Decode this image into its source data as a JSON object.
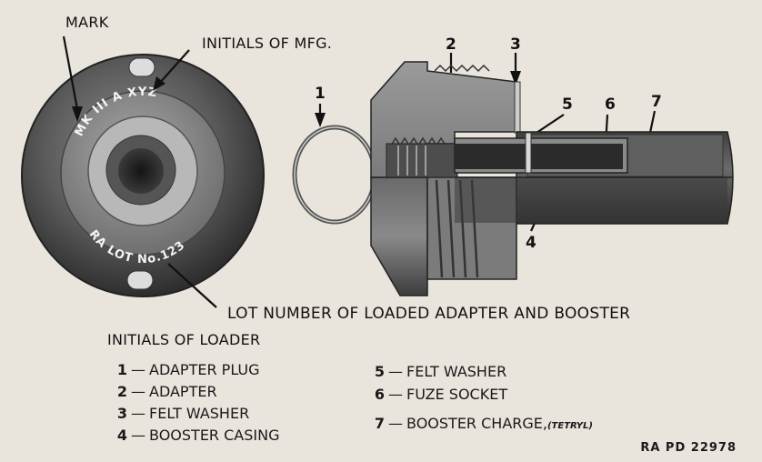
{
  "diagram": {
    "callouts": {
      "mark": "MARK",
      "initials_mfg": "INITIALS OF MFG.",
      "lot_number": "LOT NUMBER OF LOADED ADAPTER AND BOOSTER",
      "initials_loader": "INITIALS OF LOADER"
    },
    "face_markings": {
      "top": "MK III A XYZ",
      "bottom": "RA LOT No.123"
    },
    "part_numbers": [
      "1",
      "2",
      "3",
      "4",
      "5",
      "6",
      "7"
    ],
    "legend": [
      {
        "num": "1",
        "label": "ADAPTER PLUG"
      },
      {
        "num": "2",
        "label": "ADAPTER"
      },
      {
        "num": "3",
        "label": "FELT WASHER"
      },
      {
        "num": "4",
        "label": "BOOSTER CASING"
      },
      {
        "num": "5",
        "label": "FELT WASHER"
      },
      {
        "num": "6",
        "label": "FUZE SOCKET"
      },
      {
        "num": "7",
        "label": "BOOSTER CHARGE,",
        "note": "(TETRYL)"
      }
    ],
    "dash": "—",
    "figure_ref": "RA PD 22978"
  }
}
